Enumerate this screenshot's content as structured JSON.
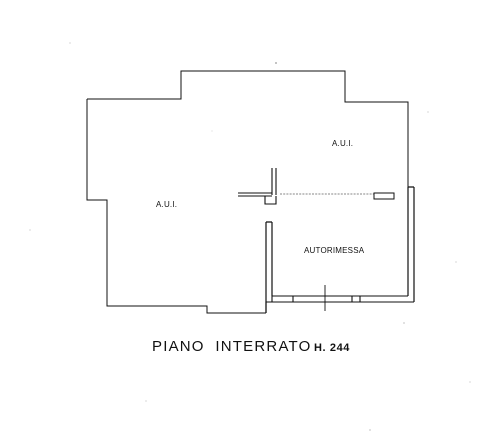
{
  "rooms": {
    "aui_upper": "A.U.I.",
    "aui_left": "A.U.I.",
    "garage": "AUTORIMESSA"
  },
  "caption": {
    "floor_name": "PIANO  INTERRATO",
    "height": "H. 244"
  },
  "colors": {
    "line": "#111111",
    "background": "#ffffff"
  }
}
